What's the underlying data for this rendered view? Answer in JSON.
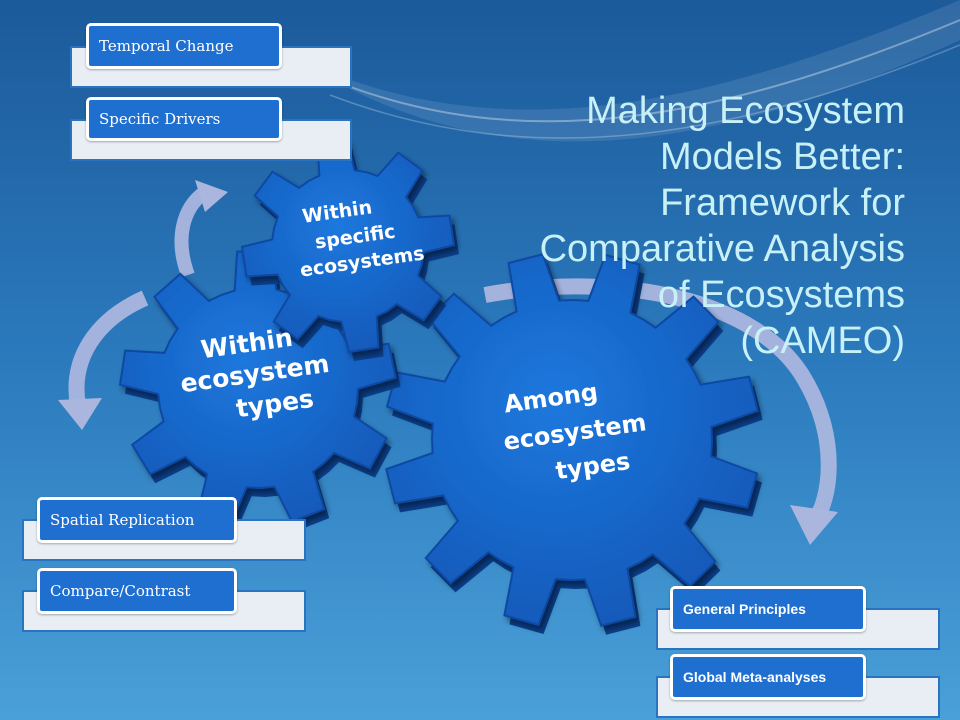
{
  "title_lines": [
    "Making Ecosystem",
    "Models Better:",
    "Framework for",
    "Comparative Analysis",
    "of  Ecosystems",
    "(CAMEO)"
  ],
  "gears": {
    "small": [
      "Within",
      "specific",
      "ecosystems"
    ],
    "medium": [
      "Within",
      "ecosystem",
      "types"
    ],
    "large": [
      "Among",
      "ecosystem",
      "types"
    ]
  },
  "tags": {
    "top": [
      "Temporal Change",
      "Specific Drivers"
    ],
    "left": [
      "Spatial Replication",
      "Compare/Contrast"
    ],
    "right": [
      "General Principles",
      "Global Meta-analyses"
    ]
  },
  "colors": {
    "gear_fill": "#1565c8",
    "gear_side": "#0b3f8c",
    "arrow": "#a9b6df",
    "title": "#c7f0f7",
    "background": "#2a73b5"
  }
}
